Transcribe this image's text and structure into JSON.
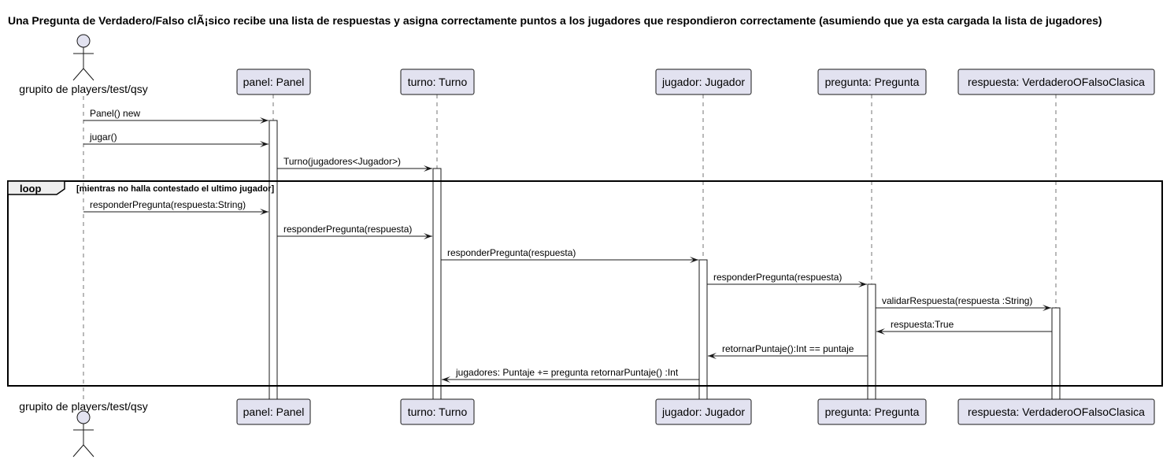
{
  "title": "Una Pregunta de Verdadero/Falso clÃ¡sico recibe una lista de respuestas y asigna correctamente puntos a los jugadores que respondieron correctamente (asumiendo que ya esta cargada la lista de jugadores)",
  "participants": [
    {
      "id": "actor",
      "label": "grupito de players/test/qsy",
      "kind": "actor"
    },
    {
      "id": "panel",
      "label": "panel: Panel",
      "kind": "participant"
    },
    {
      "id": "turno",
      "label": "turno: Turno",
      "kind": "participant"
    },
    {
      "id": "jugador",
      "label": "jugador: Jugador",
      "kind": "participant"
    },
    {
      "id": "pregunta",
      "label": "pregunta: Pregunta",
      "kind": "participant"
    },
    {
      "id": "respuesta",
      "label": "respuesta:  VerdaderoOFalsoClasica",
      "kind": "participant"
    }
  ],
  "loop": {
    "keyword": "loop",
    "guard": "[mientras no halla contestado el ultimo jugador]"
  },
  "messages": [
    {
      "from": "actor",
      "to": "panel",
      "label": "Panel() new",
      "kind": "sync"
    },
    {
      "from": "actor",
      "to": "panel",
      "label": "jugar()",
      "kind": "sync"
    },
    {
      "from": "panel",
      "to": "turno",
      "label": "Turno(jugadores<Jugador>)",
      "kind": "sync"
    },
    {
      "from": "actor",
      "to": "panel",
      "label": "responderPregunta(respuesta:String)",
      "kind": "sync"
    },
    {
      "from": "panel",
      "to": "turno",
      "label": "responderPregunta(respuesta)",
      "kind": "sync"
    },
    {
      "from": "turno",
      "to": "jugador",
      "label": "responderPregunta(respuesta)",
      "kind": "sync"
    },
    {
      "from": "jugador",
      "to": "pregunta",
      "label": "responderPregunta(respuesta)",
      "kind": "sync"
    },
    {
      "from": "pregunta",
      "to": "respuesta",
      "label": "validarRespuesta(respuesta :String)",
      "kind": "sync"
    },
    {
      "from": "respuesta",
      "to": "pregunta",
      "label": "respuesta:True",
      "kind": "return"
    },
    {
      "from": "pregunta",
      "to": "jugador",
      "label": "retornarPuntaje():Int == puntaje",
      "kind": "return"
    },
    {
      "from": "jugador",
      "to": "turno",
      "label": "jugadores: Puntaje += pregunta retornarPuntaje() :Int",
      "kind": "return"
    }
  ]
}
